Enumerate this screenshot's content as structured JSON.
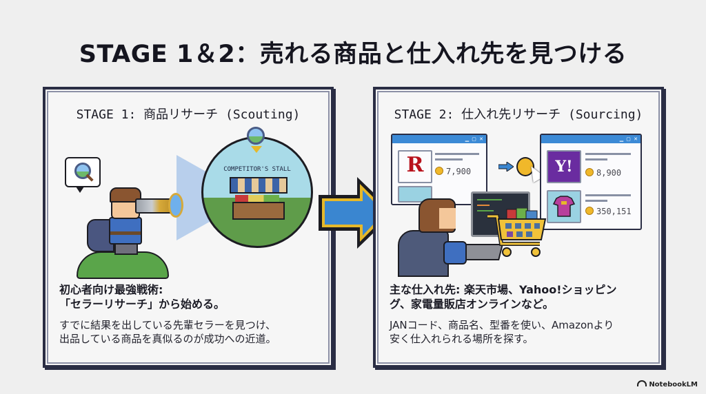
{
  "slide": {
    "title": "STAGE 1＆2：売れる商品と仕入れ先を見つける",
    "watermark": "NotebookLM"
  },
  "colors": {
    "background": "#efefef",
    "panel_border": "#2a2d44",
    "arrow_fill": "#3a86d0",
    "arrow_outline": "#e6b82a",
    "rakuten_red": "#b8121c",
    "yahoo_purple": "#6a2ca0",
    "coin_gold": "#f0b82a"
  },
  "stage1": {
    "heading": "STAGE 1: 商品リサーチ (Scouting)",
    "illustration": {
      "stall_label": "COMPETITOR'S STALL",
      "icons": [
        "speech-bubble-magnifier-icon",
        "hero-with-telescope",
        "competitor-stall-circle",
        "magnifier-icon",
        "down-arrow-icon"
      ]
    },
    "emphasis_line1": "初心者向け最強戦術:",
    "emphasis_line2": "「セラーリサーチ」から始める。",
    "body_line1": "すでに結果を出している先輩セラーを見つけ、",
    "body_line2": "出品している商品を真似るのが成功への近道。"
  },
  "arrow": {
    "icon": "right-arrow-icon"
  },
  "stage2": {
    "heading": "STAGE 2: 仕入れ先リサーチ (Sourcing)",
    "illustration": {
      "window_left": {
        "logo": "R",
        "price": "7,900"
      },
      "window_right": {
        "logo": "Y!",
        "price_1": "8,900",
        "price_2": "350,151"
      },
      "window_buttons": "▁ ▢ ✕"
    },
    "emphasis_line1": "主な仕入れ先: 楽天市場、Yahoo!ショッピン",
    "emphasis_line2": "グ、家電量販店オンラインなど。",
    "body_line1": "JANコード、商品名、型番を使い、Amazonより",
    "body_line2": "安く仕入れられる場所を探す。"
  }
}
